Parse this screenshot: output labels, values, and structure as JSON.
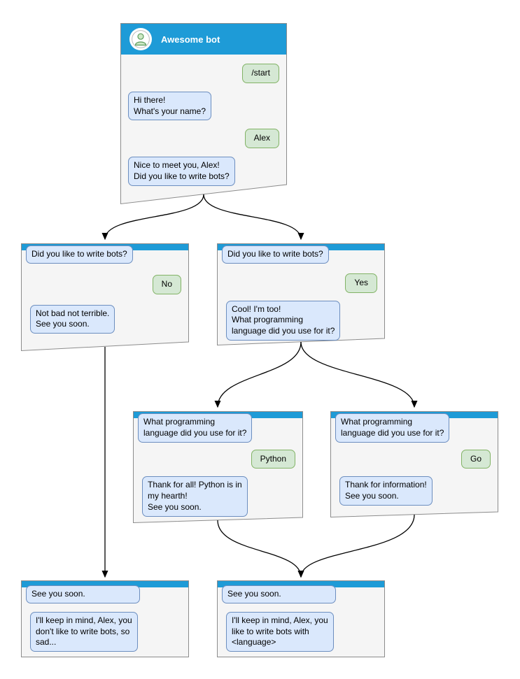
{
  "diagram": {
    "accent_color": "#1e9bd7",
    "bot_bubble_color": "#dae8fc",
    "bot_bubble_border": "#6c8ebf",
    "user_bubble_color": "#d5e8d4",
    "user_bubble_border": "#82b366",
    "node_fill": "#f5f5f5",
    "node_border": "#8c8c8c"
  },
  "main_window": {
    "title": "Awesome bot",
    "messages": [
      {
        "from": "user",
        "text": "/start"
      },
      {
        "from": "bot",
        "text": "Hi there!\nWhat's your name?"
      },
      {
        "from": "user",
        "text": "Alex"
      },
      {
        "from": "bot",
        "text": "Nice to meet you, Alex!\nDid you like to write bots?"
      }
    ]
  },
  "branch_no": {
    "question": "Did you like to write bots?",
    "answer": "No",
    "reply": "Not bad not terrible.\nSee you soon."
  },
  "branch_yes": {
    "question": "Did you like to write bots?",
    "answer": "Yes",
    "reply": "Cool! I'm too!\nWhat programming\nlanguage did you use for it?"
  },
  "branch_python": {
    "question": "What programming\nlanguage did you use for it?",
    "answer": "Python",
    "reply": "Thank for all! Python is in\nmy hearth!\nSee you soon."
  },
  "branch_go": {
    "question": "What programming\nlanguage did you use for it?",
    "answer": "Go",
    "reply": "Thank for information!\nSee you soon."
  },
  "end_no": {
    "question": "See you soon.",
    "reply": "I'll keep in mind, Alex, you\ndon't like to write bots, so\nsad..."
  },
  "end_yes": {
    "question": "See you soon.",
    "reply": "I'll keep in mind, Alex, you\nlike to write bots with\n<language>"
  }
}
